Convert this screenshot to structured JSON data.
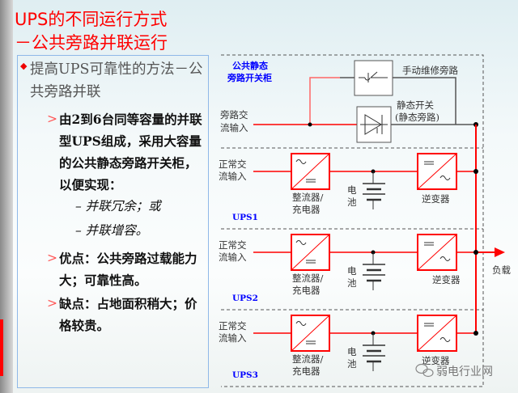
{
  "title": {
    "line1": "UPS的不同运行方式",
    "line2": "－公共旁路并联运行"
  },
  "content": {
    "bullet_main": "提高UPS可靠性的方法－公共旁路并联",
    "points": [
      "由2到6台同等容量的并联型UPS组成，采用大容量的公共静态旁路开关柜，以便实现：",
      "优点：公共旁路过载能力大；可靠性高。",
      "缺点：占地面积稍大；价格较贵。"
    ],
    "subpoints": [
      "– 并联冗余；或",
      "– 并联增容。"
    ]
  },
  "diagram": {
    "cabinet_label": [
      "公共静态",
      "旁路开关柜"
    ],
    "bypass_input": [
      "旁路交",
      "流输入"
    ],
    "manual_bypass": "手动维修旁路",
    "static_switch": [
      "静态开关",
      "(静态旁路)"
    ],
    "normal_input": [
      "正常交",
      "流输入"
    ],
    "rectifier": [
      "整流器/",
      "充电器"
    ],
    "battery": [
      "电",
      "池"
    ],
    "inverter": "逆变器",
    "load": "负载",
    "units": [
      "UPS1",
      "UPS2",
      "UPS3"
    ]
  },
  "watermark": "弱电行业网",
  "colors": {
    "title": "#ff0000",
    "line": "#ff0000",
    "label_blue": "#0000ff"
  }
}
